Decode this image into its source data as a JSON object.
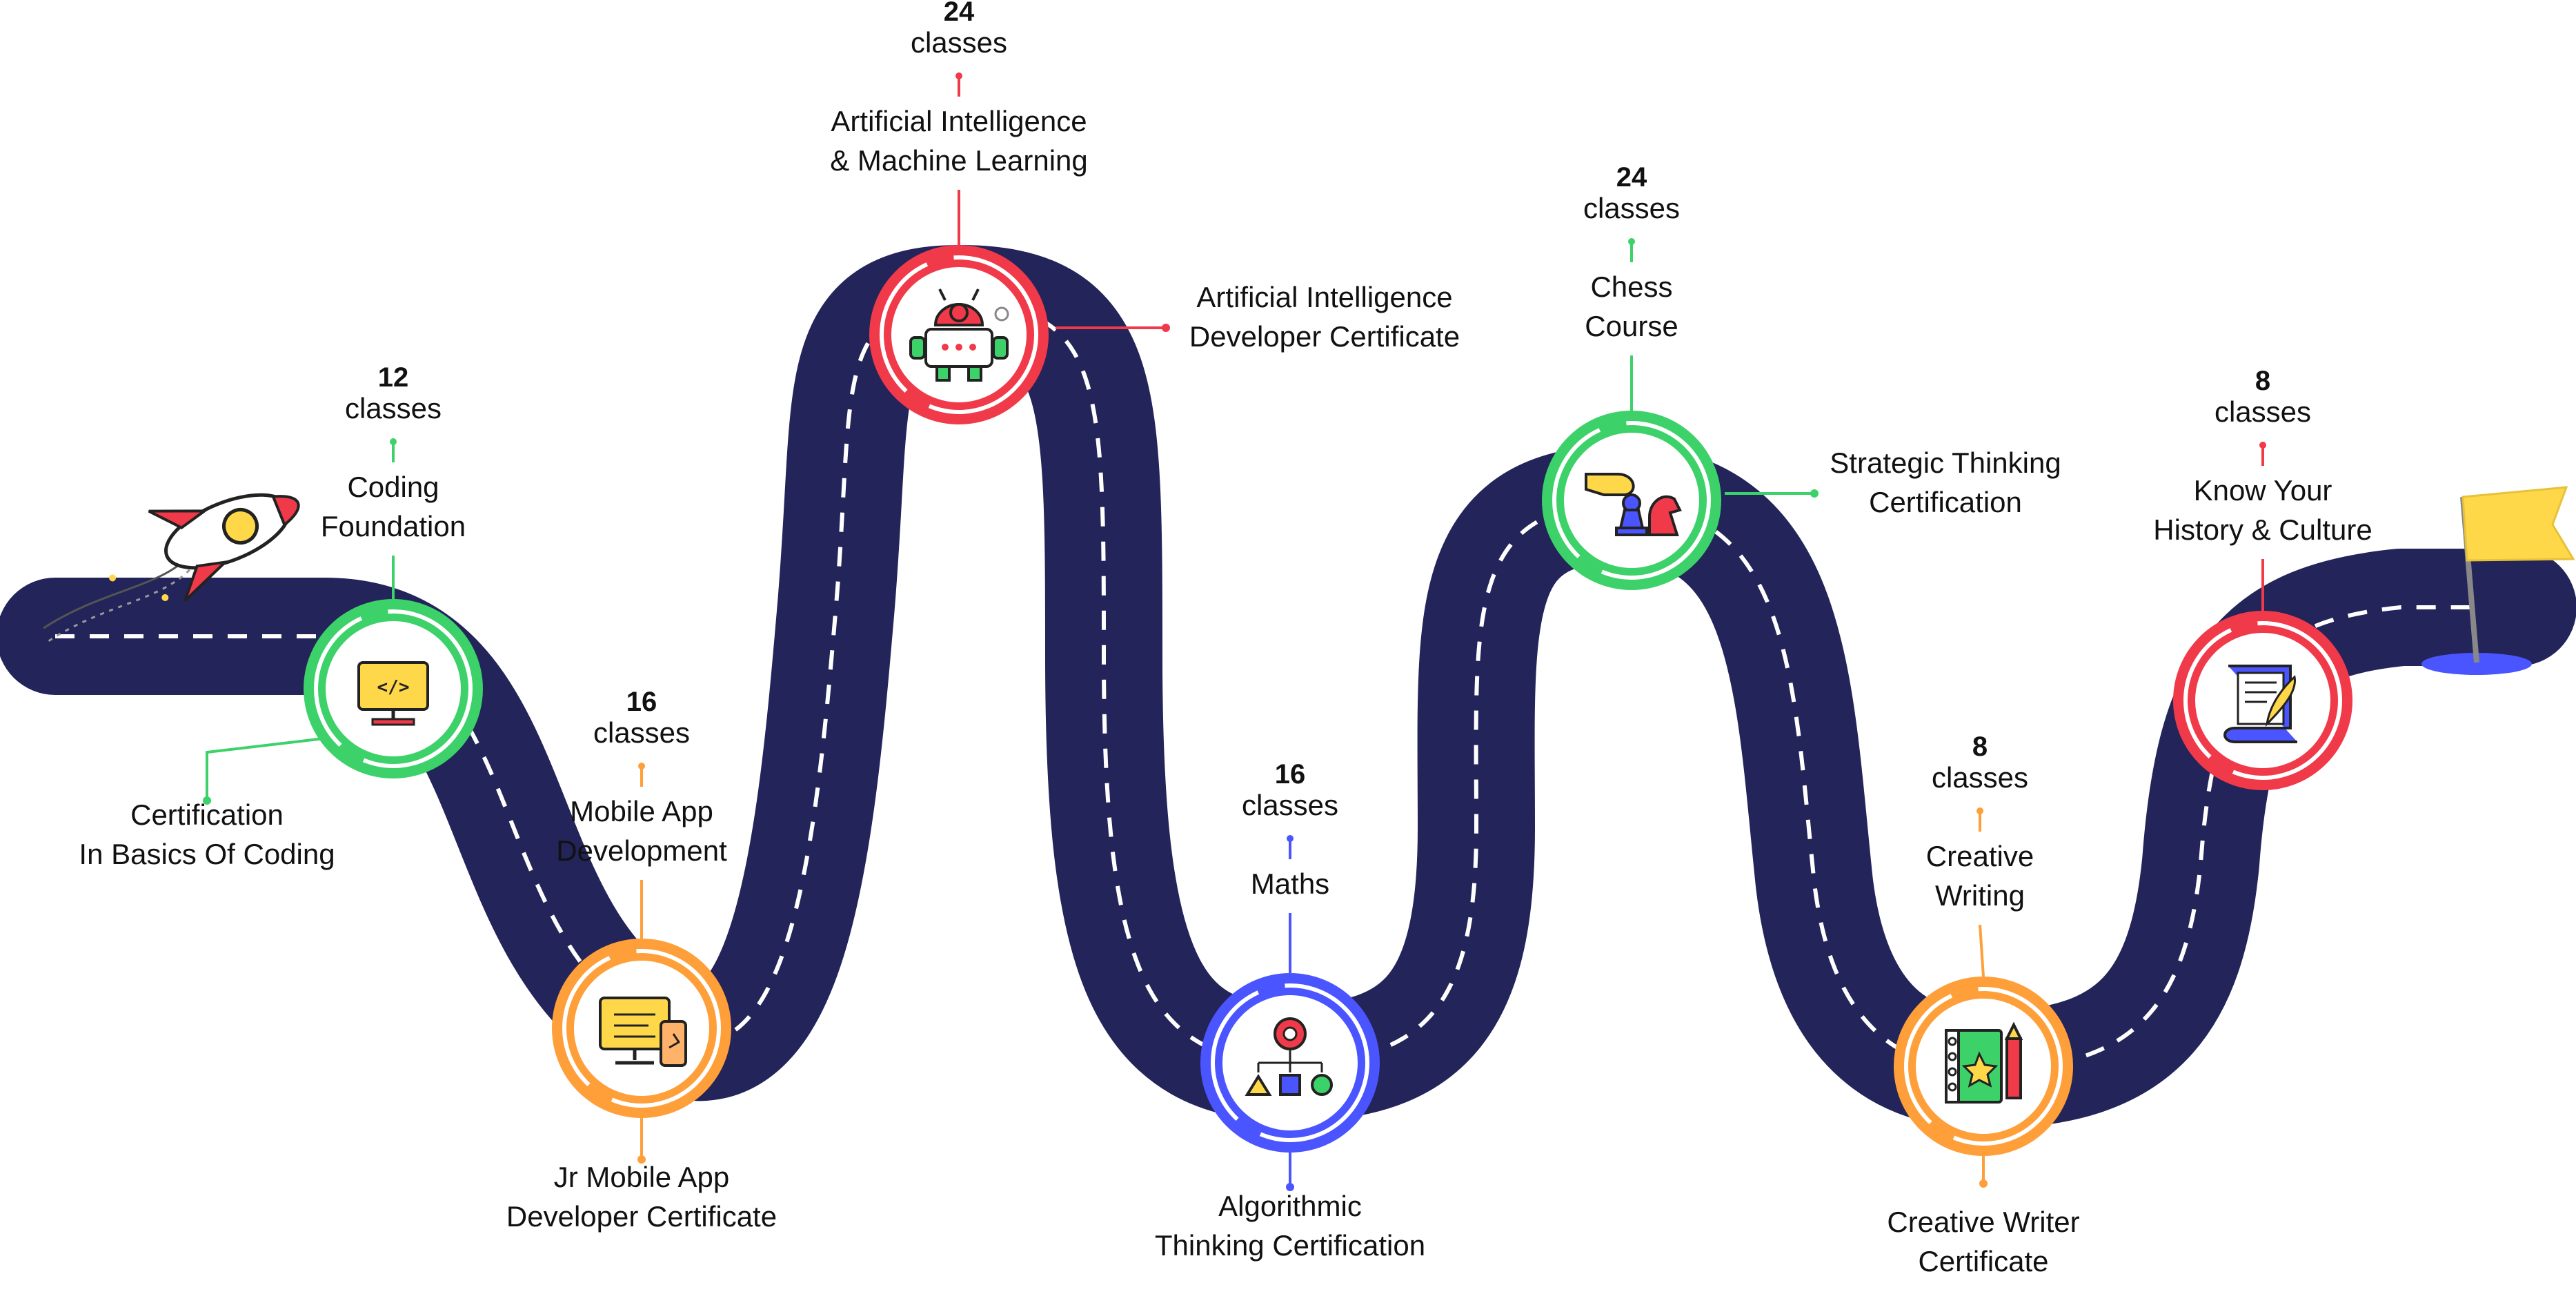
{
  "colors": {
    "road": "#22245a",
    "dash": "#ffffff",
    "green": "#3dd16a",
    "red": "#f03a4a",
    "orange": "#ff9f3a",
    "blue": "#4a55ff",
    "flag": "#ffd84a"
  },
  "stages": [
    {
      "id": "coding",
      "color_key": "green",
      "icon": "code-monitor-icon",
      "count": "12",
      "unit": "classes",
      "title": [
        "Coding",
        "Foundation"
      ],
      "certificate": [
        "Certification",
        "In Basics Of Coding"
      ]
    },
    {
      "id": "mobile",
      "color_key": "orange",
      "icon": "monitor-phone-icon",
      "count": "16",
      "unit": "classes",
      "title": [
        "Mobile App",
        "Development"
      ],
      "certificate": [
        "Jr Mobile App",
        "Developer Certificate"
      ]
    },
    {
      "id": "ai",
      "color_key": "red",
      "icon": "robot-icon",
      "count": "24",
      "unit": "classes",
      "title": [
        "Artificial Intelligence",
        "& Machine Learning"
      ],
      "certificate": [
        "Artificial Intelligence",
        "Developer Certificate"
      ]
    },
    {
      "id": "maths",
      "color_key": "blue",
      "icon": "algorithm-gear-icon",
      "count": "16",
      "unit": "classes",
      "title": [
        "Maths"
      ],
      "certificate": [
        "Algorithmic",
        "Thinking Certification"
      ]
    },
    {
      "id": "chess",
      "color_key": "green",
      "icon": "chess-pieces-icon",
      "count": "24",
      "unit": "classes",
      "title": [
        "Chess",
        "Course"
      ],
      "certificate": [
        "Strategic Thinking",
        "Certification"
      ]
    },
    {
      "id": "writing",
      "color_key": "orange",
      "icon": "notebook-pencil-icon",
      "count": "8",
      "unit": "classes",
      "title": [
        "Creative",
        "Writing"
      ],
      "certificate": [
        "Creative Writer",
        "Certificate"
      ]
    },
    {
      "id": "history",
      "color_key": "red",
      "icon": "scroll-quill-icon",
      "count": "8",
      "unit": "classes",
      "title": [
        "Know Your",
        "History & Culture"
      ],
      "certificate": []
    }
  ],
  "decorations": {
    "start_icon": "rocket-icon",
    "end_icon": "finish-flag-icon"
  }
}
